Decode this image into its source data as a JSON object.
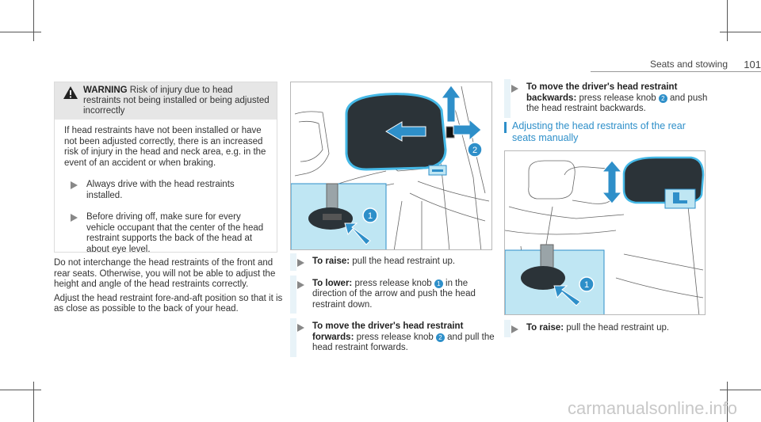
{
  "header": {
    "section": "Seats and stowing",
    "page_number": "101"
  },
  "warning": {
    "label": "WARNING",
    "title_rest": " Risk of injury due to head restraints not being installed or being adjusted incorrectly",
    "body": "If head restraints have not been installed or have not been adjusted correctly, there is an increased risk of injury in the head and neck area, e.g. in the event of an accident or when braking.",
    "bullets": [
      "Always drive with the head restraints installed.",
      "Before driving off, make sure for every vehicle occupant that the center of the head restraint supports the back of the head at about eye level."
    ]
  },
  "body_text": [
    "Do not interchange the head restraints of the front and rear seats. Otherwise, you will not be able to adjust the height and angle of the head restraints correctly.",
    "Adjust the head restraint fore-and-aft position so that it is as close as possible to the back of your head."
  ],
  "front_steps": [
    {
      "label": "To raise:",
      "pre": " pull the head restraint up.",
      "knob": "",
      "post": ""
    },
    {
      "label": "To lower:",
      "pre": " press release knob ",
      "knob": "1",
      "post": " in the direction of the arrow and push the head restraint down."
    },
    {
      "label": "To move the driver's head restraint forwards:",
      "pre": " press release knob ",
      "knob": "2",
      "post": " and pull the head restraint forwards."
    }
  ],
  "back_step": {
    "label": "To move the driver's head restraint backwards:",
    "pre": " press release knob ",
    "knob": "2",
    "post": " and push the head restraint backwards."
  },
  "rear_heading": "Adjusting the head restraints of the rear seats manually",
  "rear_step": {
    "label": "To raise:",
    "text": " pull the head restraint up."
  },
  "figure_labels": {
    "knob1": "1",
    "knob2": "2",
    "rear_knob1": "1"
  },
  "watermark": "carmanualsonline.info",
  "colors": {
    "accent": "#2e8fc9",
    "highlight": "#bfe6f3",
    "warning_bg": "#e6e6e6"
  }
}
